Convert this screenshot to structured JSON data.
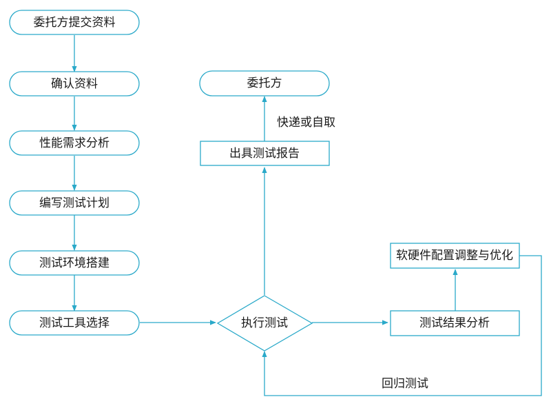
{
  "colors": {
    "stroke": "#2aa9c9",
    "text": "#1a1a1a",
    "background": "#ffffff"
  },
  "nodes": {
    "submit": "委托方提交资料",
    "confirm": "确认资料",
    "analysis": "性能需求分析",
    "plan": "编写测试计划",
    "env": "测试环境搭建",
    "tools": "测试工具选择",
    "execute": "执行测试",
    "result": "测试结果分析",
    "optimize": "软硬件配置调整与优化",
    "report": "出具测试报告",
    "client": "委托方"
  },
  "edge_labels": {
    "delivery": "快递或自取",
    "regression": "回归测试"
  }
}
